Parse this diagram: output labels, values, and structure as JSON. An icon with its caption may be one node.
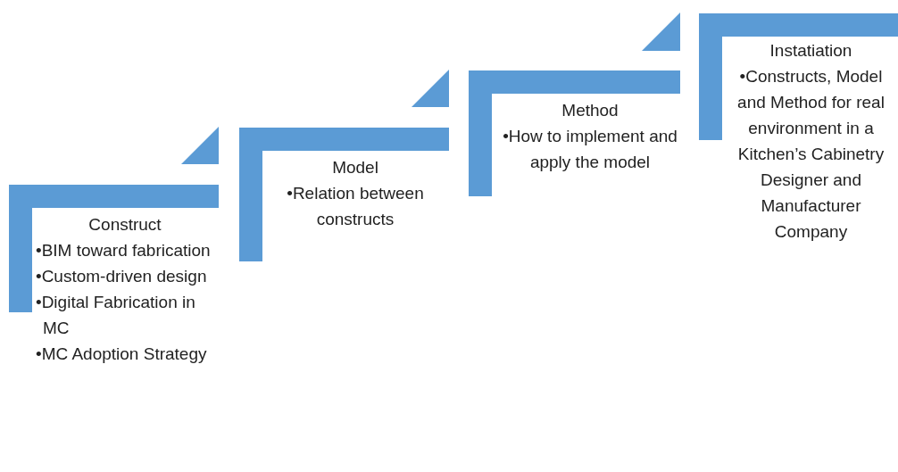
{
  "diagram": {
    "nodes": [
      {
        "text": [
          "Construct",
          "•BIM toward fabrication",
          "•Custom-driven design",
          "•Digital Fabrication in MC",
          "•MC Adoption Strategy"
        ]
      },
      {
        "text": [
          "Model",
          "•Relation between constructs"
        ]
      },
      {
        "text": [
          "Method",
          "•How to implement and apply the model"
        ]
      },
      {
        "text": [
          "Instatiation",
          "•Constructs, Model and Method for real environment in a Kitchen’s Cabinetry Designer and Manufacturer Company"
        ]
      }
    ]
  }
}
